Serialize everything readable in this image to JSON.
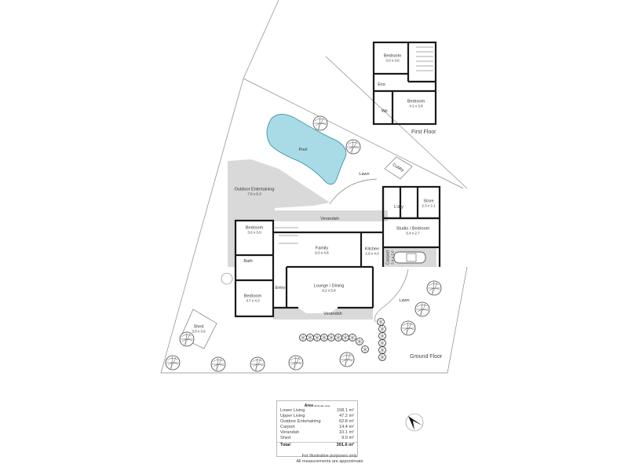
{
  "floors": {
    "first_floor_label": "First Floor",
    "ground_floor_label": "Ground Floor"
  },
  "first_floor": {
    "rooms": [
      {
        "name": "Bedroom",
        "dims": "3.0 x 3.6"
      },
      {
        "name": "Ens",
        "dims": ""
      },
      {
        "name": "Wir",
        "dims": ""
      },
      {
        "name": "Bedroom",
        "dims": "4.1 x 3.8"
      }
    ]
  },
  "ground_floor": {
    "outdoor": {
      "pool": "Pool",
      "lawn_north": "Lawn",
      "cubby": "Cubby",
      "outdoor_entertaining": {
        "name": "Outdoor Entertaining",
        "dims": "7.6 x 6.3"
      },
      "shed": {
        "name": "Shed",
        "dims": "3.0 x 3.6"
      },
      "lawn_east": "Lawn",
      "verandah_north": "Verandah",
      "verandah_south": "Verandah"
    },
    "rooms": {
      "bedroom1": {
        "name": "Bedroom",
        "dims": "3.6 x 3.0"
      },
      "bath": {
        "name": "Bath",
        "dims": ""
      },
      "bedroom2": {
        "name": "Bedroom",
        "dims": "3.7 x 4.3"
      },
      "entry": {
        "name": "Entry",
        "dims": ""
      },
      "family": {
        "name": "Family",
        "dims": "6.0 x 4.8"
      },
      "kitchen": {
        "name": "Kitchen",
        "dims": "2.9 x 4.0"
      },
      "lounge": {
        "name": "Lounge / Dining",
        "dims": "8.2 x 5.8"
      },
      "laundry": {
        "name": "L'dry",
        "dims": ""
      },
      "store": {
        "name": "Store",
        "dims": "2.3 x 2.1"
      },
      "studio": {
        "name": "Studio / Bedroom",
        "dims": "5.4 x 2.7"
      },
      "carport": {
        "name": "Carport",
        "dims": "5.4 x 2.6"
      }
    }
  },
  "area_table": {
    "title": "Area",
    "subtitle": "(Estimate only)",
    "rows": [
      {
        "label": "Lower Living",
        "value": "158.1 m²"
      },
      {
        "label": "Upper Living",
        "value": "47.2 m²"
      },
      {
        "label": "Outdoor Entertaining",
        "value": "62.8 m²"
      },
      {
        "label": "Carport",
        "value": "14.4 m²"
      },
      {
        "label": "Verandah",
        "value": "10.1 m²"
      },
      {
        "label": "Shed",
        "value": "9.0 m²"
      }
    ],
    "total": {
      "label": "Total",
      "value": "301.6 m²"
    }
  },
  "disclaimer": {
    "line1": "For illustrative purposes only.",
    "line2": "All measurements are approximate"
  },
  "icons": {
    "north_arrow": "compass-north-arrow-icon",
    "tree": "tree-icon",
    "car": "car-icon"
  },
  "colors": {
    "wall": "#1a1a1a",
    "outdoor_fill": "#d9d9d9",
    "pool_fill": "#a9dbe6",
    "pool_edge": "#4a9fb5",
    "line": "#888888"
  }
}
